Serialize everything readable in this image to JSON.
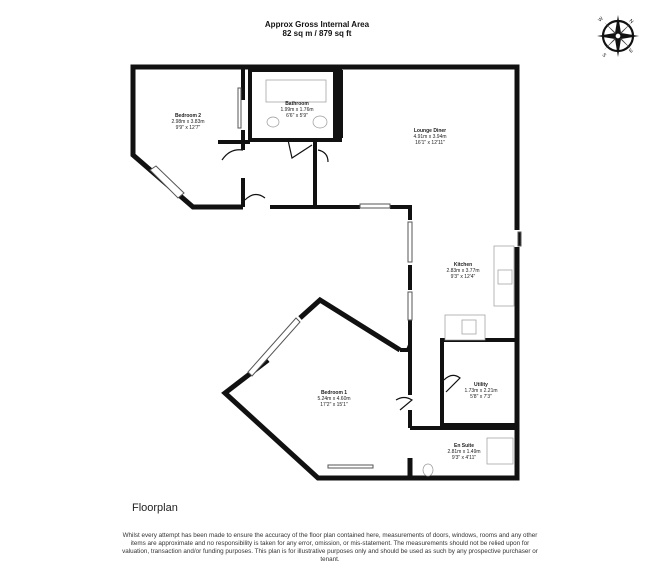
{
  "header": {
    "line1": "Approx Gross Internal Area",
    "line2": "82 sq m / 879 sq ft"
  },
  "compass": {
    "icon": "compass-rose-icon",
    "labels": [
      "N",
      "E",
      "S",
      "W"
    ]
  },
  "rooms": [
    {
      "name": "Bedroom 2",
      "metric": "2.98m x 3.83m",
      "imperial": "9'9\" x 12'7\""
    },
    {
      "name": "Bathroom",
      "metric": "1.99m x 1.76m",
      "imperial": "6'6\" x 5'9\""
    },
    {
      "name": "Lounge Diner",
      "metric": "4.91m x 3.94m",
      "imperial": "16'1\" x 12'11\""
    },
    {
      "name": "Kitchen",
      "metric": "2.83m x 3.77m",
      "imperial": "9'3\" x 12'4\""
    },
    {
      "name": "Utility",
      "metric": "1.73m x 2.21m",
      "imperial": "5'8\" x 7'3\""
    },
    {
      "name": "Bedroom 1",
      "metric": "5.24m x 4.60m",
      "imperial": "17'2\" x 15'1\""
    },
    {
      "name": "En Suite",
      "metric": "2.81m x 1.49m",
      "imperial": "9'3\" x 4'11\""
    }
  ],
  "footer": {
    "title": "Floorplan",
    "disclaimer": "Whilst every attempt has been made to ensure the accuracy of the floor plan contained here, measurements of doors, windows, rooms and any other items are approximate and no responsibility is taken for any error, omission, or mis-statement. The measurements should not be relied upon for valuation, transaction and/or funding purposes. This plan is for illustrative purposes only and should be used as such by any prospective purchaser or tenant."
  },
  "colors": {
    "wall": "#111111",
    "fixture": "#bbbbbb",
    "background": "#ffffff"
  }
}
